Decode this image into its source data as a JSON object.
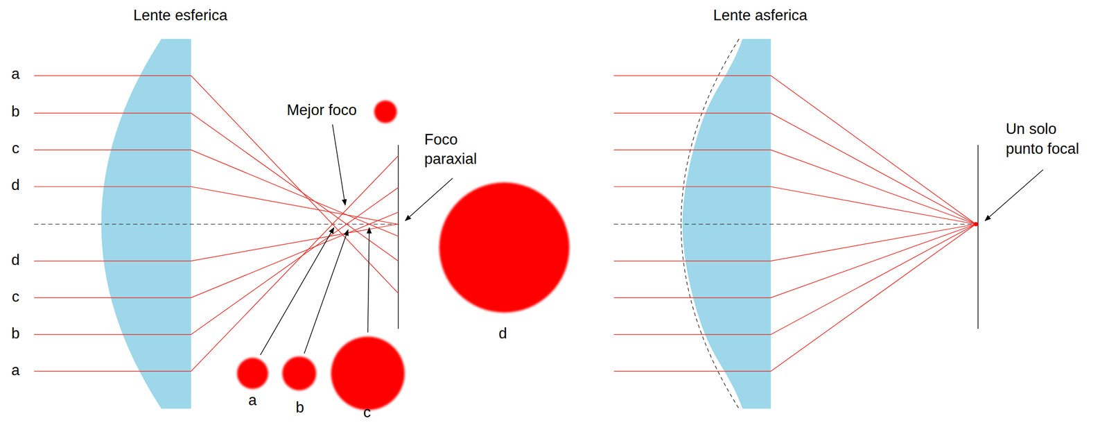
{
  "diagram": {
    "labels": [
      "Lente esferica",
      "Lente asferica",
      "a",
      "b",
      "c",
      "d",
      "d",
      "c",
      "b",
      "a",
      "Mejor foco",
      "Foco paraxial",
      "a",
      "b",
      "c",
      "d",
      "Un solo punto focal"
    ]
  }
}
